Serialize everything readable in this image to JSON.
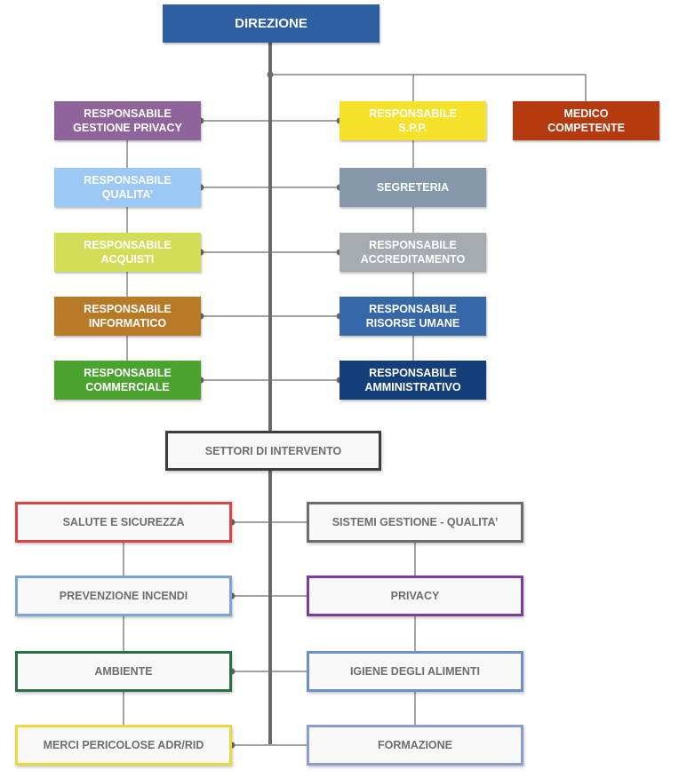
{
  "direzione": {
    "label": "DIREZIONE",
    "color": "#2e5fa3"
  },
  "staff": {
    "privacy_mgr": {
      "label": "RESPONSABILE\nGESTIONE PRIVACY",
      "color": "#8f649b"
    },
    "spp": {
      "label": "RESPONSABILE\nS.P.P.",
      "color": "#f6e12b"
    },
    "medico": {
      "label": "MEDICO\nCOMPETENTE",
      "color": "#b53a10"
    },
    "qualita": {
      "label": "RESPONSABILE\nQUALITA’",
      "color": "#9cc8f6"
    },
    "segreteria": {
      "label": "SEGRETERIA",
      "color": "#8597ab"
    },
    "acquisti": {
      "label": "RESPONSABILE\nACQUISTI",
      "color": "#d4dd57"
    },
    "accred": {
      "label": "RESPONSABILE\nACCREDITAMENTO",
      "color": "#a6abb2"
    },
    "informatico": {
      "label": "RESPONSABILE\nINFORMATICO",
      "color": "#b87a26"
    },
    "risorse": {
      "label": "RESPONSABILE\nRISORSE UMANE",
      "color": "#3567a9"
    },
    "commerciale": {
      "label": "RESPONSABILE\nCOMMERCIALE",
      "color": "#4aa32e"
    },
    "amministr": {
      "label": "RESPONSABILE\nAMMINISTRATIVO",
      "color": "#143f7a"
    }
  },
  "settori": {
    "label": "SETTORI DI INTERVENTO",
    "color": "#3d3d3d"
  },
  "areas": {
    "salute": {
      "label": "SALUTE E SICUREZZA",
      "color": "#d9444b"
    },
    "sgq": {
      "label": "SISTEMI GESTIONE - QUALITA’",
      "color": "#6b6b6b"
    },
    "incendi": {
      "label": "PREVENZIONE INCENDI",
      "color": "#7ba4d1"
    },
    "privacy": {
      "label": "PRIVACY",
      "color": "#7a3d9b"
    },
    "ambiente": {
      "label": "AMBIENTE",
      "color": "#2a6f4c"
    },
    "igiene": {
      "label": "IGIENE DEGLI ALIMENTI",
      "color": "#6f8fc7"
    },
    "adr": {
      "label": "MERCI PERICOLOSE ADR/RID",
      "color": "#ecd93a"
    },
    "formazione": {
      "label": "FORMAZIONE",
      "color": "#8c9dcd"
    }
  },
  "connector_color": "#6b6b6b"
}
